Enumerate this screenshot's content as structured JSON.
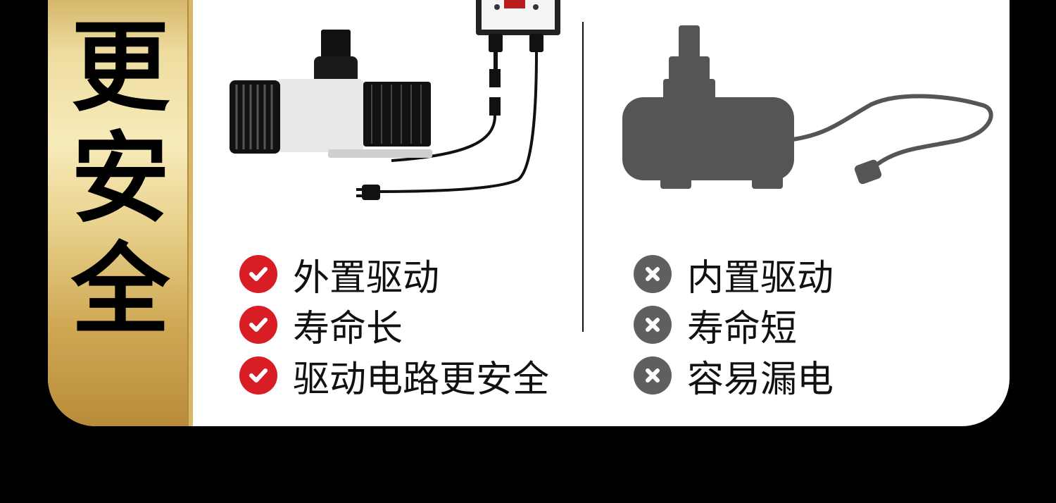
{
  "title_chars": [
    "更",
    "安",
    "全"
  ],
  "left_list": [
    {
      "text": "外置驱动",
      "icon": "check-icon"
    },
    {
      "text": "寿命长",
      "icon": "check-icon"
    },
    {
      "text": "驱动电路更安全",
      "icon": "check-icon"
    }
  ],
  "right_list": [
    {
      "text": "内置驱动",
      "icon": "x-icon"
    },
    {
      "text": "寿命短",
      "icon": "x-icon"
    },
    {
      "text": "容易漏电",
      "icon": "x-icon"
    }
  ],
  "colors": {
    "check": "#d81d24",
    "cross": "#5f5f5f",
    "gold": "#e9d38e"
  }
}
